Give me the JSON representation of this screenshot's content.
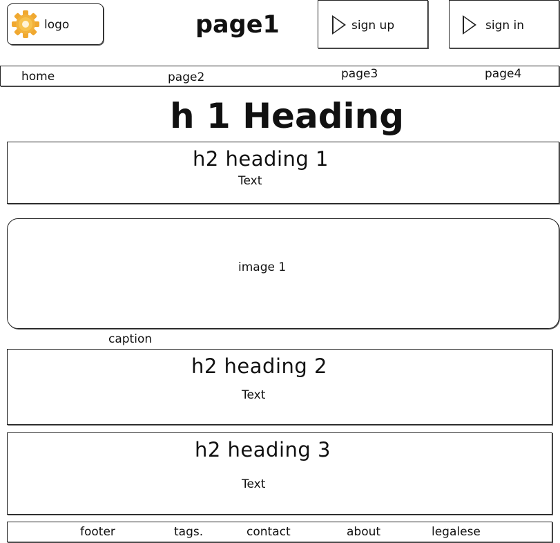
{
  "header": {
    "logo_label": "logo",
    "page_title": "page1",
    "signup_label": "sign up",
    "signin_label": "sign in"
  },
  "nav": {
    "items": [
      {
        "label": "home"
      },
      {
        "label": "page2"
      },
      {
        "label": "page3"
      },
      {
        "label": "page4"
      }
    ]
  },
  "main": {
    "h1": "h 1 Heading",
    "sections": [
      {
        "heading": "h2 heading 1",
        "text": "Text"
      },
      {
        "heading": "h2 heading 2",
        "text": "Text"
      },
      {
        "heading": "h2 heading 3",
        "text": "Text"
      }
    ],
    "image_label": "image 1",
    "caption": "caption"
  },
  "footer": {
    "items": [
      {
        "label": "footer"
      },
      {
        "label": "tags."
      },
      {
        "label": "contact"
      },
      {
        "label": "about"
      },
      {
        "label": "legalese"
      }
    ]
  },
  "icons": {
    "logo": "gear-icon",
    "signup": "play-icon",
    "signin": "play-icon"
  },
  "colors": {
    "gear_outer": "#f0a830",
    "gear_inner": "#f7c34f"
  }
}
